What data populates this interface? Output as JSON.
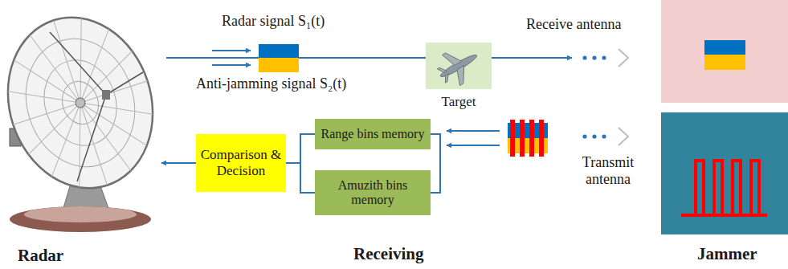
{
  "diagram": {
    "nodes": [
      {
        "text": [
          "Target"
        ]
      },
      {
        "text": [
          "Range bins memory"
        ]
      },
      {
        "text": [
          "Amuzith bins memory"
        ]
      },
      {
        "text": [
          "Comparison & Decision"
        ]
      }
    ],
    "edges": [
      {
        "from": 1,
        "to": 3,
        "arrow": "none"
      },
      {
        "from": 2,
        "to": 3,
        "arrow": "none"
      }
    ],
    "labels": [
      "Radar signal S₁(t)",
      "Anti-jamming signal S₂(t)",
      "Receive antenna",
      "Transmit antenna",
      "Radar",
      "Receiving",
      "Jammer"
    ]
  }
}
